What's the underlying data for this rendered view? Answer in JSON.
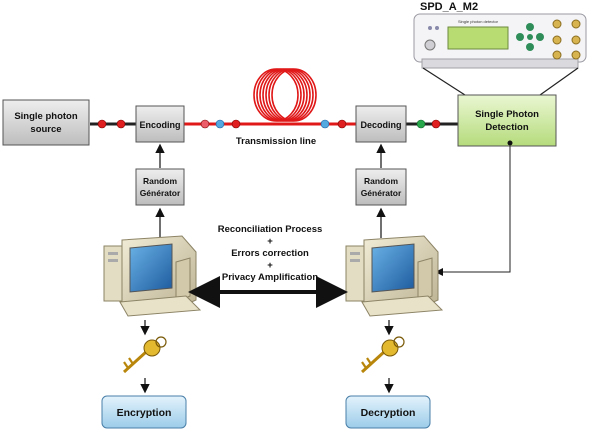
{
  "device": {
    "title": "SPD_A_M2",
    "panel_text": "Single photon detector"
  },
  "boxes": {
    "source": "Single photon source",
    "source_l1": "Single photon",
    "source_l2": "source",
    "encoding": "Encoding",
    "decoding": "Decoding",
    "detection_l1": "Single Photon",
    "detection_l2": "Detection",
    "rng_left_l1": "Random",
    "rng_left_l2": "Générator",
    "rng_right_l1": "Random",
    "rng_right_l2": "Générator",
    "encryption": "Encryption",
    "decryption": "Decryption"
  },
  "transmission_label": "Transmission line",
  "center_text": [
    "Reconciliation Process",
    "+",
    "Errors correction",
    "+",
    "Privacy Amplification"
  ],
  "colors": {
    "grey_box": "#d8d8d8",
    "green_box": "#cfe9a6",
    "blue_box": "#b9dcf2",
    "fiber": "#e01818"
  },
  "icons": [
    "computer-left-icon",
    "computer-right-icon",
    "key-left-icon",
    "key-right-icon",
    "detector-device-icon",
    "fiber-coil-icon"
  ]
}
